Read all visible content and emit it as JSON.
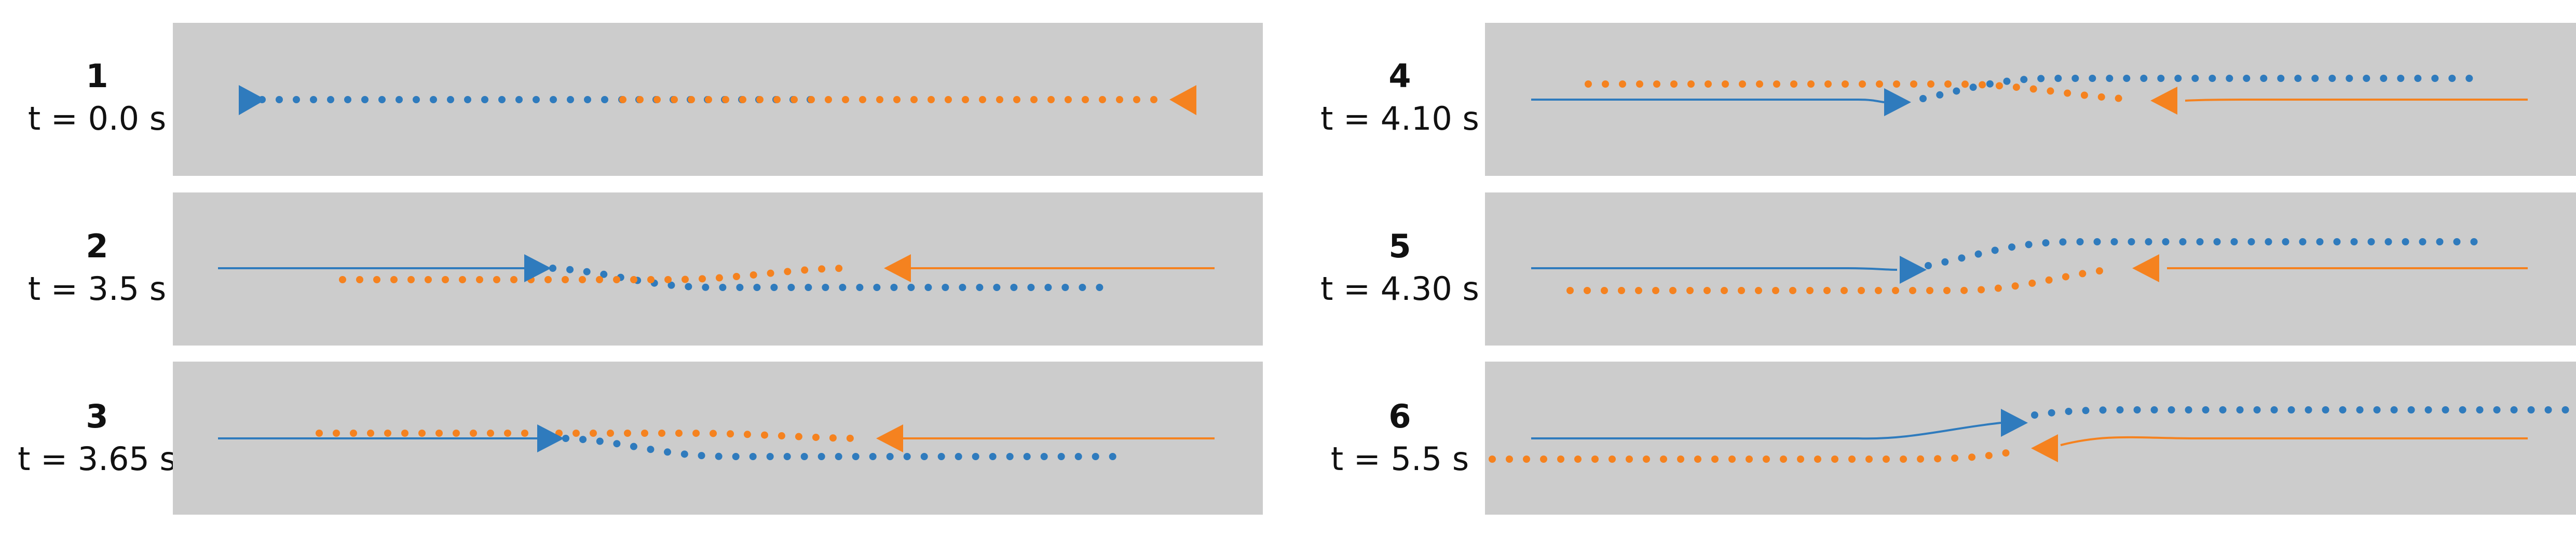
{
  "colors": {
    "panel_bg": "#cccccc",
    "blue": "#2f7bbd",
    "orange": "#f5821f",
    "text": "#111111"
  },
  "panels": [
    {
      "number": "1",
      "time": "t = 0.0 s"
    },
    {
      "number": "2",
      "time": "t = 3.5 s"
    },
    {
      "number": "3",
      "time": "t = 3.65 s"
    },
    {
      "number": "4",
      "time": "t = 4.10 s"
    },
    {
      "number": "5",
      "time": "t = 4.30 s"
    },
    {
      "number": "6",
      "time": "t = 5.5 s"
    }
  ]
}
